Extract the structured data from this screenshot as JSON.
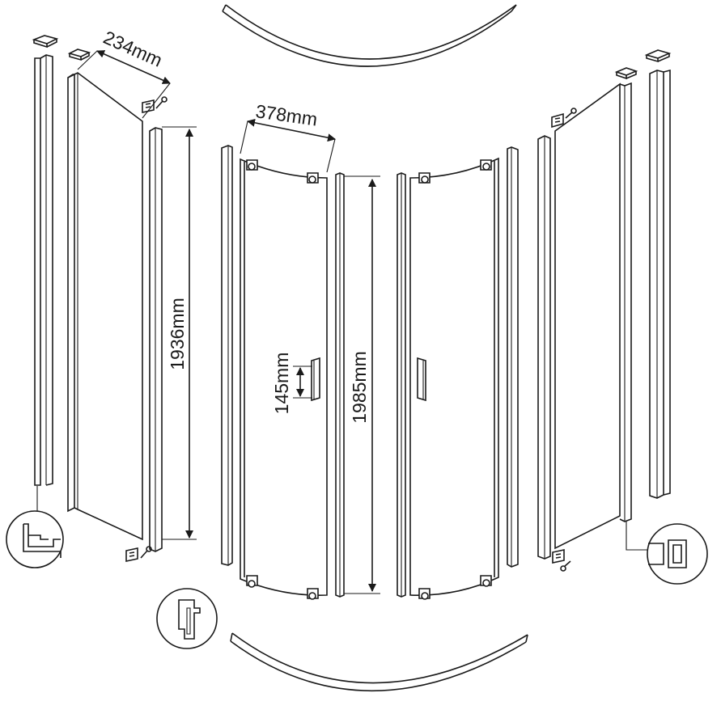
{
  "dimensions": {
    "side_panel_width": "234mm",
    "door_width": "378mm",
    "side_panel_height": "1936mm",
    "door_height": "1985mm",
    "handle_height": "145mm"
  },
  "colors": {
    "line": "#1a1a1a",
    "background": "#ffffff"
  },
  "icons": [
    "arrow-icon",
    "screw-icon",
    "end-cap-icon",
    "hinge-icon",
    "handle-icon"
  ]
}
